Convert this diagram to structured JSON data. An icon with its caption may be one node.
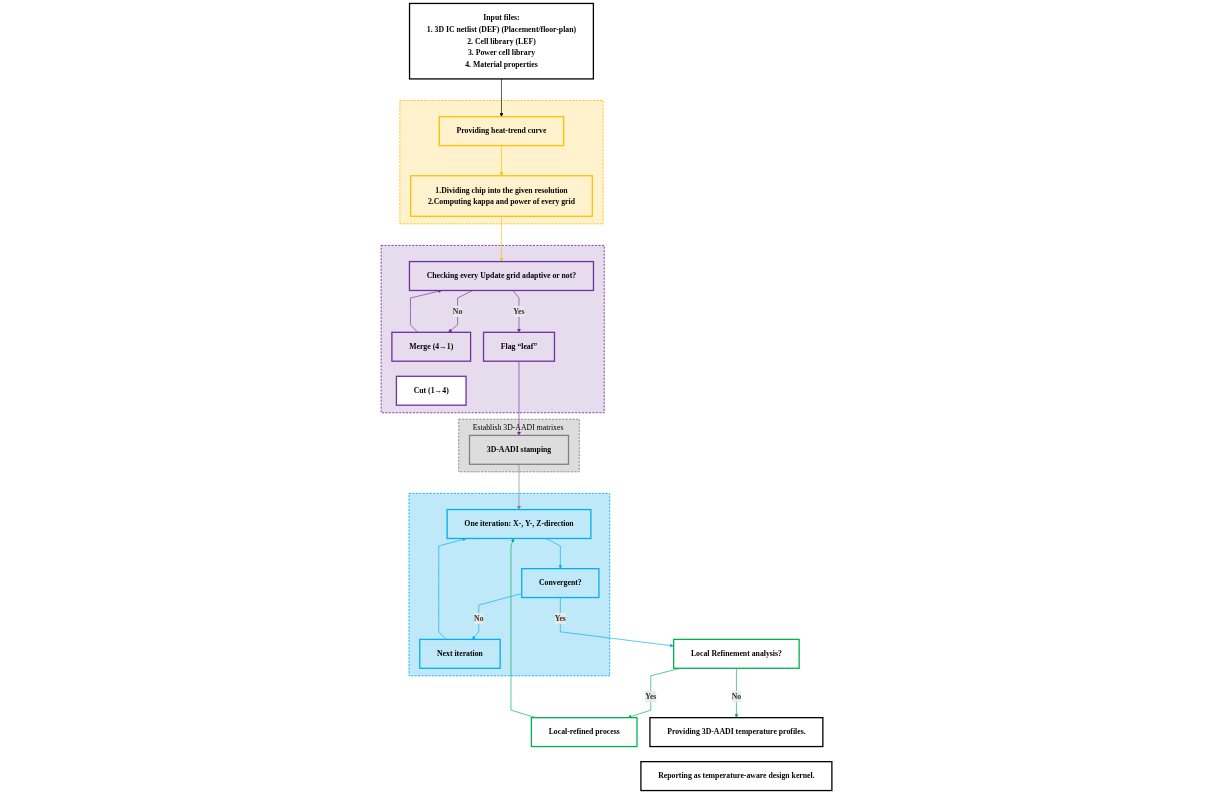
{
  "diagram": {
    "nodes": [
      {
        "text": [
          "Input files:",
          "1. 3D IC netlist (DEF) (Placement/floor-plan)",
          "2. Cell library (LEF)",
          "3. Power cell library",
          "4. Material properties"
        ]
      },
      {
        "text": [],
        "shape": "box"
      },
      {
        "text": [
          "Providing heat-trend curve"
        ],
        "in": 1
      },
      {
        "text": [
          "1.Dividing chip into the given resolution",
          "2.Computing kappa and power of every grid"
        ],
        "in": 1
      },
      {
        "text": [],
        "shape": "box"
      },
      {
        "text": [
          "Checking every Update grid adaptive or not?"
        ],
        "in": 4
      },
      {
        "text": [
          "Merge (4→1)"
        ],
        "in": 4
      },
      {
        "text": [
          "Cut (1→4)"
        ],
        "in": 4
      },
      {
        "text": [
          "Flag “leaf”"
        ],
        "in": 4
      },
      {
        "text": [
          "Establish 3D-AADI matrixes"
        ]
      },
      {
        "text": [
          "3D-AADI stamping"
        ],
        "in": 9
      },
      {
        "text": [],
        "shape": "box"
      },
      {
        "text": [
          "One iteration: X-, Y-, Z-direction"
        ],
        "in": 11
      },
      {
        "text": [
          "Convergent?"
        ],
        "in": 11
      },
      {
        "text": [
          "Next iteration"
        ],
        "in": 11
      },
      {
        "text": [
          "Local Refinement analysis?"
        ]
      },
      {
        "text": [
          "Local-refined process"
        ]
      },
      {
        "text": [
          "Providing 3D-AADI  temperature profiles."
        ]
      },
      {
        "text": [
          "Reporting as temperature-aware design kernel."
        ]
      }
    ],
    "edges": [
      {
        "from": 0,
        "to": 2,
        "arrow": "to",
        "color": "#000000"
      },
      {
        "from": 2,
        "to": 3,
        "arrow": "to",
        "color": "#ffc000"
      },
      {
        "from": 3,
        "to": 5,
        "arrow": "to",
        "color": "#ffc000"
      },
      {
        "from": 5,
        "to": 6,
        "arrow": "to",
        "label": "No",
        "color": "#7030a0"
      },
      {
        "from": 6,
        "to": 5,
        "arrow": "to",
        "color": "#7030a0"
      },
      {
        "from": 5,
        "to": 8,
        "arrow": "to",
        "label": "Yes",
        "color": "#7030a0"
      },
      {
        "from": 8,
        "to": 10,
        "arrow": "to",
        "color": "#7030a0"
      },
      {
        "from": 10,
        "to": 12,
        "arrow": "to",
        "color": "#808080"
      },
      {
        "from": 16,
        "to": 12,
        "arrow": "to",
        "color": "#00b050"
      },
      {
        "from": 12,
        "to": 13,
        "arrow": "to",
        "color": "#00b0f0"
      },
      {
        "from": 13,
        "to": 14,
        "arrow": "to",
        "label": "No",
        "color": "#00b0f0"
      },
      {
        "from": 14,
        "to": 12,
        "arrow": "to",
        "color": "#00b0f0"
      },
      {
        "from": 13,
        "to": 15,
        "arrow": "to",
        "label": "Yes",
        "color": "#00b0f0"
      },
      {
        "from": 15,
        "to": 16,
        "arrow": "to",
        "label": "Yes",
        "color": "#00b050"
      },
      {
        "from": 15,
        "to": 17,
        "arrow": "to",
        "label": "No",
        "color": "#00b050"
      }
    ]
  }
}
